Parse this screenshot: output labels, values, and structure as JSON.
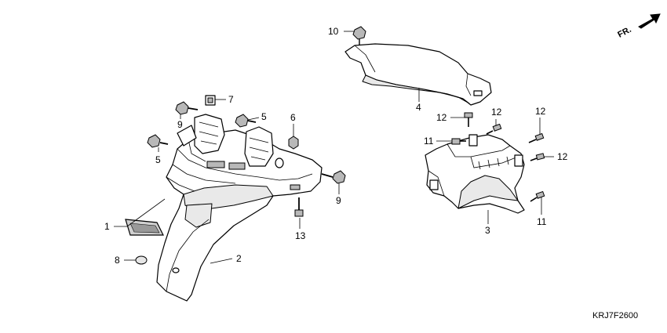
{
  "diagram": {
    "direction_label": "FR.",
    "catalog_code": "KRJ7F2600",
    "callouts": {
      "c1": "1",
      "c2": "2",
      "c3": "3",
      "c4": "4",
      "c5a": "5",
      "c5b": "5",
      "c6": "6",
      "c7": "7",
      "c8": "8",
      "c9a": "9",
      "c9b": "9",
      "c10": "10",
      "c11a": "11",
      "c11b": "11",
      "c12a": "12",
      "c12b": "12",
      "c12c": "12",
      "c12d": "12",
      "c13": "13"
    }
  }
}
